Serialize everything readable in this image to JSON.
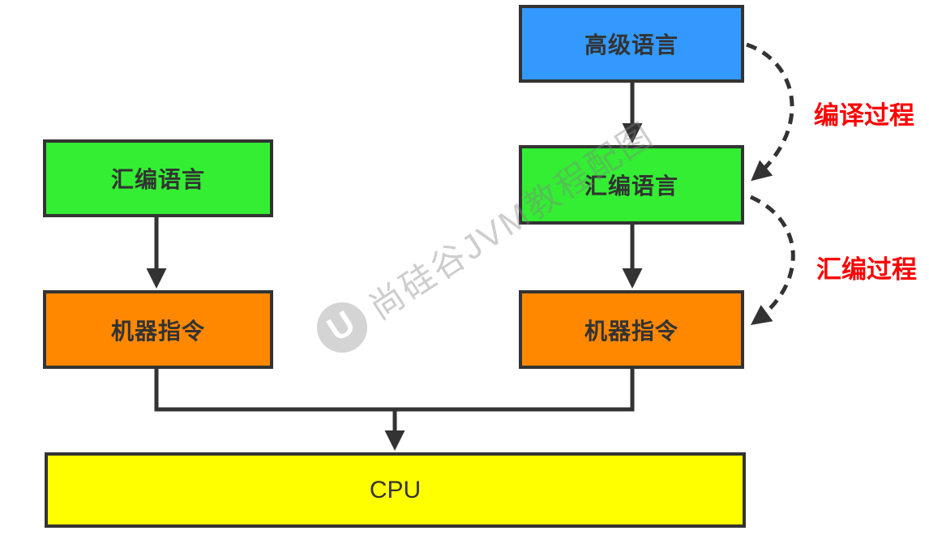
{
  "nodes": {
    "high_level": "高级语言",
    "asm_left": "汇编语言",
    "asm_right": "汇编语言",
    "machine_left": "机器指令",
    "machine_right": "机器指令",
    "cpu": "CPU"
  },
  "annotations": {
    "compile_label": "编译过程",
    "assemble_label": "汇编过程"
  },
  "watermark": {
    "logo_letter": "U",
    "text": "尚硅谷JVM教程配图"
  },
  "colors": {
    "blue": "#3399fe",
    "green": "#33ee33",
    "orange": "#ff8800",
    "yellow": "#ffff00",
    "border": "#333333",
    "line": "#333333",
    "red": "#ff0000",
    "labeltext": "#333333"
  }
}
